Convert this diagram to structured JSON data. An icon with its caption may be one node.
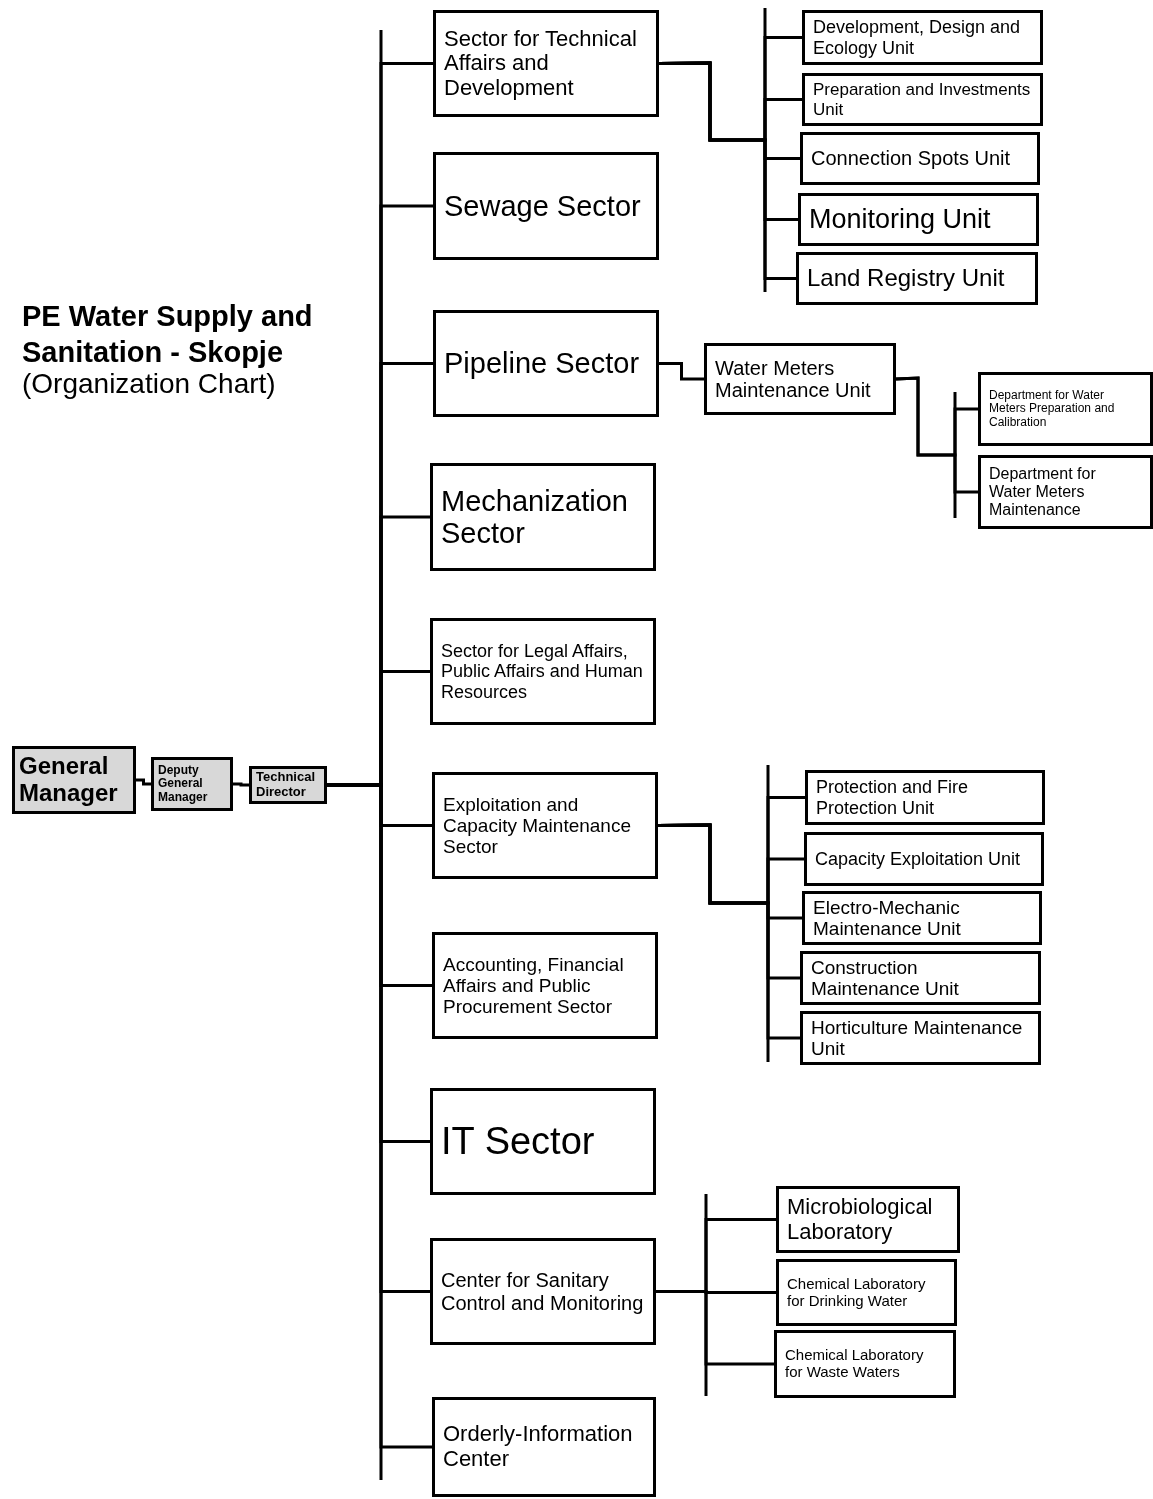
{
  "diagram": {
    "title": "PE Water Supply and Sanitation - Skopje",
    "caption": "(Organization Chart)",
    "nodes": [
      {
        "text": [
          "General Manager"
        ]
      },
      {
        "text": [
          "Deputy General Manager"
        ]
      },
      {
        "text": [
          "Technical Director"
        ]
      },
      {
        "text": [
          "Sector for Technical Affairs and Development"
        ]
      },
      {
        "text": [
          "Development, Design and Ecology Unit"
        ]
      },
      {
        "text": [
          "Preparation and Investments Unit"
        ]
      },
      {
        "text": [
          "Connection Spots Unit"
        ]
      },
      {
        "text": [
          "Monitoring Unit"
        ]
      },
      {
        "text": [
          "Land Registry Unit"
        ]
      },
      {
        "text": [
          "Sewage Sector"
        ]
      },
      {
        "text": [
          "Pipeline Sector"
        ]
      },
      {
        "text": [
          "Water Meters Maintenance Unit"
        ]
      },
      {
        "text": [
          "Department for Water Meters Preparation and Calibration"
        ]
      },
      {
        "text": [
          "Department for Water Meters Maintenance"
        ]
      },
      {
        "text": [
          "Mechanization Sector"
        ]
      },
      {
        "text": [
          "Sector for Legal Affairs, Public Affairs and Human Resources"
        ]
      },
      {
        "text": [
          "Exploitation and Capacity Maintenance Sector"
        ]
      },
      {
        "text": [
          "Protection and Fire Protection Unit"
        ]
      },
      {
        "text": [
          "Capacity Exploitation Unit"
        ]
      },
      {
        "text": [
          "Electro-Mechanic Maintenance Unit"
        ]
      },
      {
        "text": [
          "Construction Maintenance Unit"
        ]
      },
      {
        "text": [
          "Horticulture Maintenance Unit"
        ]
      },
      {
        "text": [
          "Accounting, Financial Affairs and Public Procurement Sector"
        ]
      },
      {
        "text": [
          "IT Sector"
        ]
      },
      {
        "text": [
          "Center for Sanitary Control and Monitoring"
        ]
      },
      {
        "text": [
          "Microbiological Laboratory"
        ]
      },
      {
        "text": [
          "Chemical Laboratory for Drinking Water"
        ]
      },
      {
        "text": [
          "Chemical Laboratory for Waste Waters"
        ]
      },
      {
        "text": [
          "Orderly-Information Center"
        ]
      }
    ],
    "edges": [
      {
        "from": 0,
        "to": 1,
        "arrow": "none"
      },
      {
        "from": 1,
        "to": 2,
        "arrow": "none"
      },
      {
        "from": 2,
        "to": 3,
        "arrow": "none"
      },
      {
        "from": 2,
        "to": 9,
        "arrow": "none"
      },
      {
        "from": 2,
        "to": 10,
        "arrow": "none"
      },
      {
        "from": 2,
        "to": 14,
        "arrow": "none"
      },
      {
        "from": 2,
        "to": 15,
        "arrow": "none"
      },
      {
        "from": 2,
        "to": 16,
        "arrow": "none"
      },
      {
        "from": 2,
        "to": 22,
        "arrow": "none"
      },
      {
        "from": 2,
        "to": 23,
        "arrow": "none"
      },
      {
        "from": 2,
        "to": 24,
        "arrow": "none"
      },
      {
        "from": 2,
        "to": 28,
        "arrow": "none"
      },
      {
        "from": 3,
        "to": 4,
        "arrow": "none"
      },
      {
        "from": 3,
        "to": 5,
        "arrow": "none"
      },
      {
        "from": 3,
        "to": 6,
        "arrow": "none"
      },
      {
        "from": 3,
        "to": 7,
        "arrow": "none"
      },
      {
        "from": 3,
        "to": 8,
        "arrow": "none"
      },
      {
        "from": 10,
        "to": 11,
        "arrow": "none"
      },
      {
        "from": 11,
        "to": 12,
        "arrow": "none"
      },
      {
        "from": 11,
        "to": 13,
        "arrow": "none"
      },
      {
        "from": 16,
        "to": 17,
        "arrow": "none"
      },
      {
        "from": 16,
        "to": 18,
        "arrow": "none"
      },
      {
        "from": 16,
        "to": 19,
        "arrow": "none"
      },
      {
        "from": 16,
        "to": 20,
        "arrow": "none"
      },
      {
        "from": 16,
        "to": 21,
        "arrow": "none"
      },
      {
        "from": 24,
        "to": 25,
        "arrow": "none"
      },
      {
        "from": 24,
        "to": 26,
        "arrow": "none"
      },
      {
        "from": 24,
        "to": 27,
        "arrow": "none"
      }
    ]
  }
}
